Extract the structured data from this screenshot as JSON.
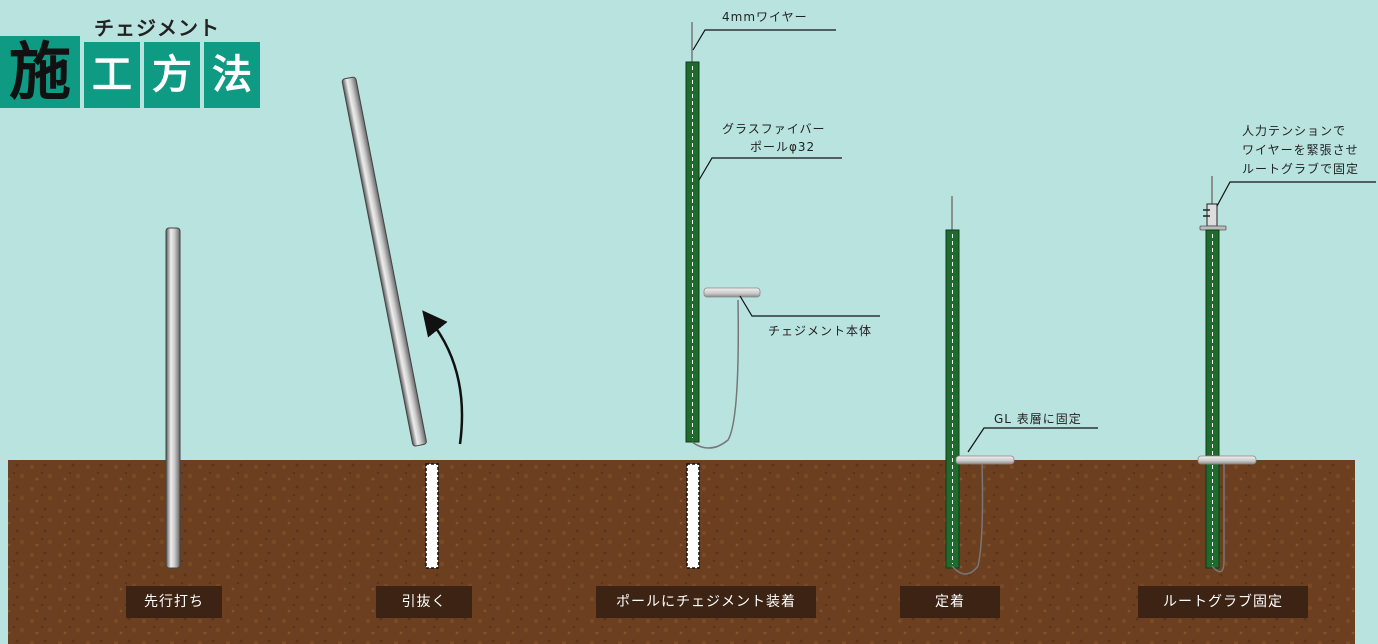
{
  "title": {
    "sub": "チェジメント",
    "main": [
      "施",
      "工",
      "方",
      "法"
    ]
  },
  "labels": {
    "wire": "4mmワイヤー",
    "pole_line1": "グラスファイバー",
    "pole_line2": "ポールφ32",
    "body": "チェジメント本体",
    "surface": "GL 表層に固定",
    "tension_line1": "人力テンションで",
    "tension_line2": "ワイヤーを緊張させ",
    "tension_line3": "ルートグラブで固定"
  },
  "steps": [
    "先行打ち",
    "引抜く",
    "ポールにチェジメント装着",
    "定着",
    "ルートグラブ固定"
  ],
  "colors": {
    "background": "#b9e3df",
    "soil": "#6b3f1f",
    "title": "#0f9a84",
    "pole": "#1f6b2d",
    "step_box": "#3d2314"
  }
}
